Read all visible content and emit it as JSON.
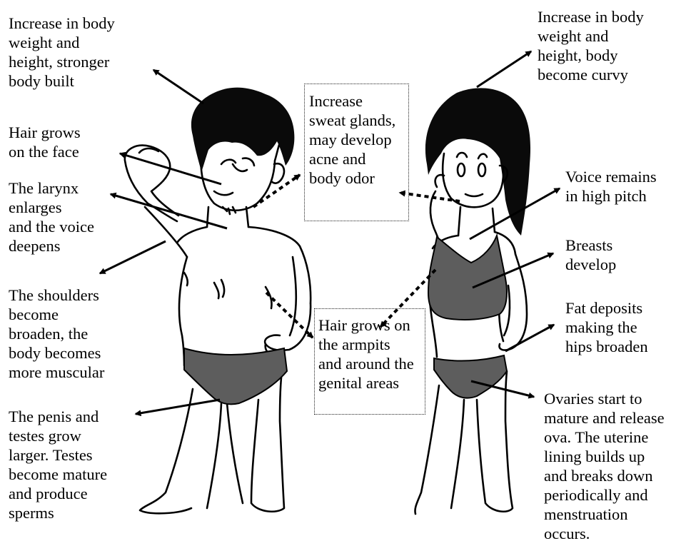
{
  "colors": {
    "ink": "#000000",
    "hair": "#0a0a0a",
    "garment": "#5d5d5d",
    "background": "#ffffff"
  },
  "labels": {
    "boy_weight": "Increase in body\nweight and\nheight, stronger\nbody built",
    "boy_facial_hair": "Hair grows\non the face",
    "boy_larynx": "The larynx\nenlarges\nand the voice\ndeepens",
    "boy_shoulders": "The shoulders\nbecome\nbroaden, the\nbody becomes\nmore muscular",
    "boy_testes": "The penis and\ntestes grow\nlarger. Testes\nbecome mature\nand produce\nsperms",
    "shared_sweat": "Increase\nsweat glands,\nmay develop\nacne and\nbody odor",
    "shared_hair": "Hair grows on\nthe armpits\nand around the\ngenital areas",
    "girl_weight": "Increase in body\nweight and\nheight, body\nbecome curvy",
    "girl_voice": "Voice remains\nin high pitch",
    "girl_breasts": "Breasts\ndevelop",
    "girl_fat": "Fat deposits\nmaking the\nhips broaden",
    "girl_ovaries": "Ovaries start to\nmature and release\nova. The uterine\nlining builds up\nand breaks down\nperiodically and\nmenstruation\noccurs."
  }
}
